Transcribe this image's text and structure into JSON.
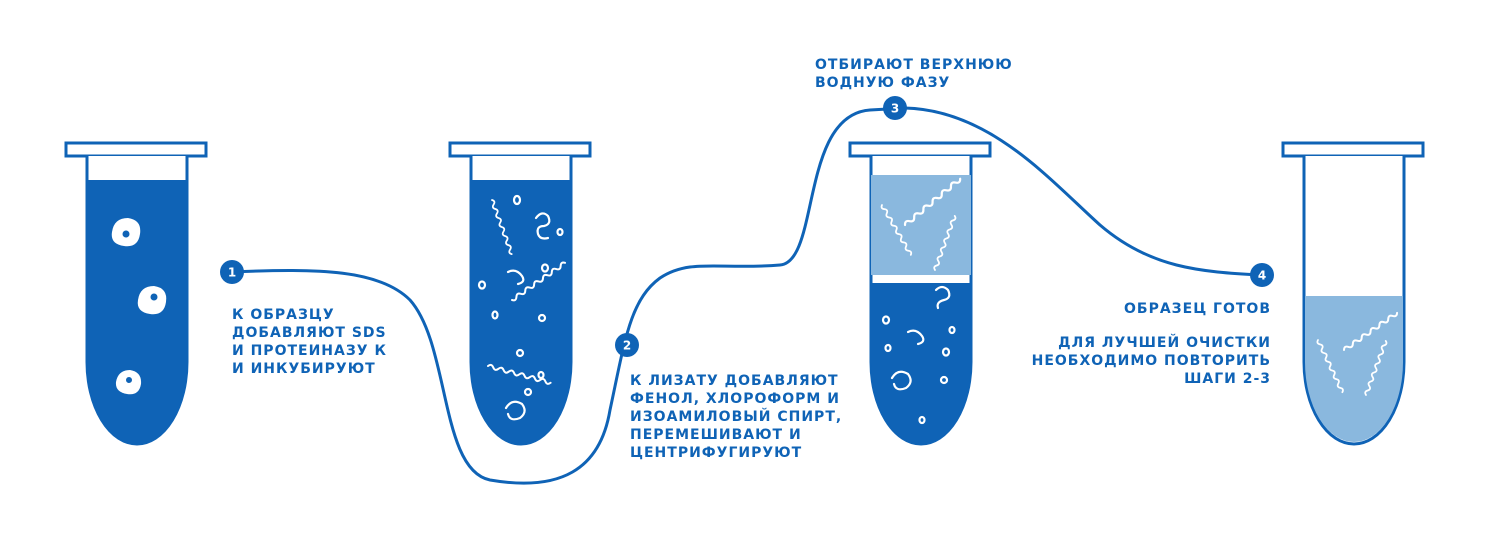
{
  "colors": {
    "primary": "#0f63b6",
    "light": "#8ab8de",
    "white": "#ffffff"
  },
  "steps": [
    {
      "number": "1",
      "text": "К образцу\nдобавляют SDS\nи протеиназу К\nи инкубируют"
    },
    {
      "number": "2",
      "text": "К лизату добавляют\nфенол, хлороформ и\nизоамиловый спирт,\nперемешивают и\nцентрифугируют"
    },
    {
      "number": "3",
      "text": "Отбирают верхнюю\nводную фазу"
    },
    {
      "number": "4",
      "text": "Образец готов"
    }
  ],
  "note": "Для лучшей очистки\nнеобходимо повторить\nшаги 2-3"
}
